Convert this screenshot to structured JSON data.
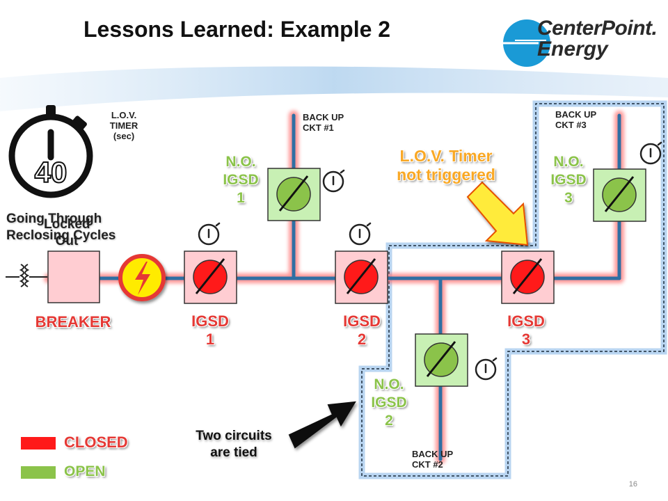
{
  "title": "Lessons Learned: Example 2",
  "logo": {
    "line1": "CenterPoint.",
    "line2": "Energy"
  },
  "timer": {
    "display": "40",
    "label_line1": "L.O.V.",
    "label_line2": "TIMER",
    "label_line3": "(sec)"
  },
  "breaker_status_overlap": {
    "text_a_line1": "Going Through",
    "text_a_line2": "Reclosing Cycles",
    "text_b_line1": "Locked",
    "text_b_line2": "Out"
  },
  "labels": {
    "breaker": "BREAKER",
    "igsd1_line1": "IGSD",
    "igsd1_line2": "1",
    "igsd2_line1": "IGSD",
    "igsd2_line2": "2",
    "igsd3_line1": "IGSD",
    "igsd3_line2": "3",
    "no1_line1": "N.O.",
    "no1_line2": "IGSD",
    "no1_line3": "1",
    "no2_line1": "N.O.",
    "no2_line2": "IGSD",
    "no2_line3": "2",
    "no3_line1": "N.O.",
    "no3_line2": "IGSD",
    "no3_line3": "3",
    "backup1_line1": "BACK UP",
    "backup1_line2": "CKT #1",
    "backup2_line1": "BACK UP",
    "backup2_line2": "CKT #2",
    "backup3_line1": "BACK UP",
    "backup3_line2": "CKT #3"
  },
  "callouts": {
    "lov_line1": "L.O.V. Timer",
    "lov_line2": "not triggered",
    "tied_line1": "Two circuits",
    "tied_line2": "are tied"
  },
  "legend": {
    "closed": "CLOSED",
    "open": "OPEN"
  },
  "page_number": "16",
  "colors": {
    "line_blue": "#2f6fa3",
    "glow_red": "#ff7070",
    "switch_closed": "#ff1a1a",
    "switch_open": "#8bc34a",
    "box_closed": "#ffcdd2",
    "box_open": "#c8f0b4",
    "accent_red": "#e53935",
    "accent_green": "#8bc34a",
    "accent_orange": "#f9a825",
    "logo_blue": "#1a9ad6"
  }
}
